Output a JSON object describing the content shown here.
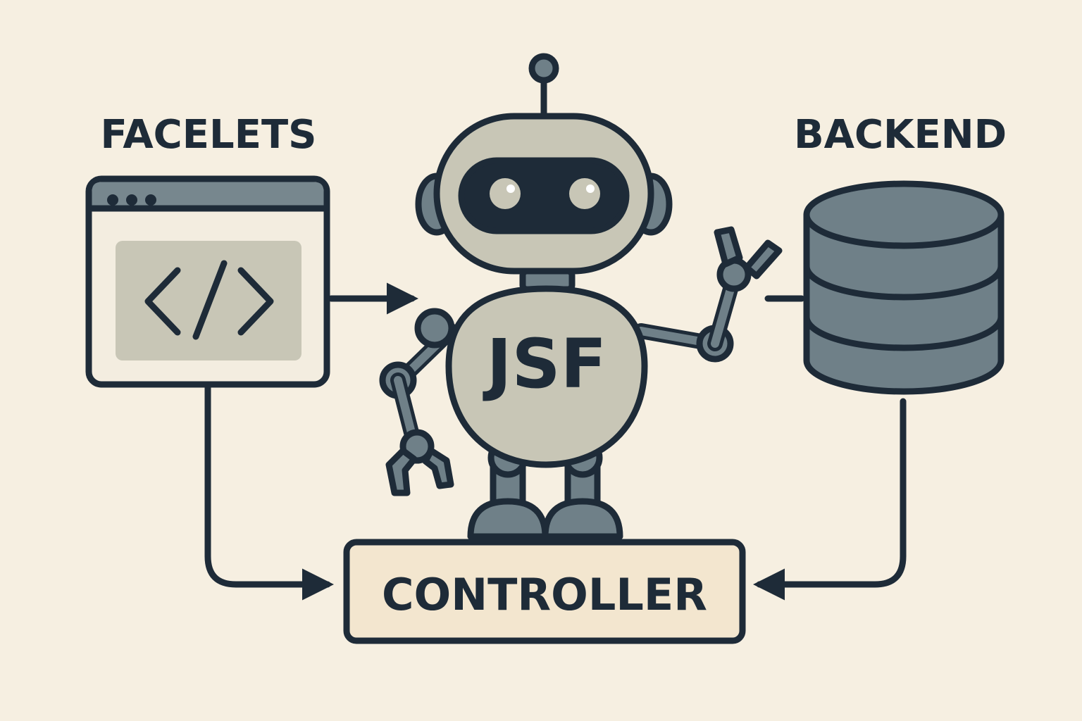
{
  "labels": {
    "facelets": "FACELETS",
    "backend": "BACKEND",
    "controller": "CONTROLLER",
    "robot_chest": "JSF",
    "code_glyph": "</>"
  },
  "icons": {
    "browser": "browser-window-icon",
    "database": "database-icon",
    "robot": "robot-icon"
  },
  "colors": {
    "background": "#f6efe1",
    "outline": "#1e2b38",
    "robot_body": "#c8c6b6",
    "robot_limbs": "#6f8088",
    "database": "#6f8088",
    "browser_bar": "#77878e",
    "browser_body": "#f3ede0",
    "code_panel": "#c8c6b6",
    "controller_fill": "#f3e6cf"
  }
}
